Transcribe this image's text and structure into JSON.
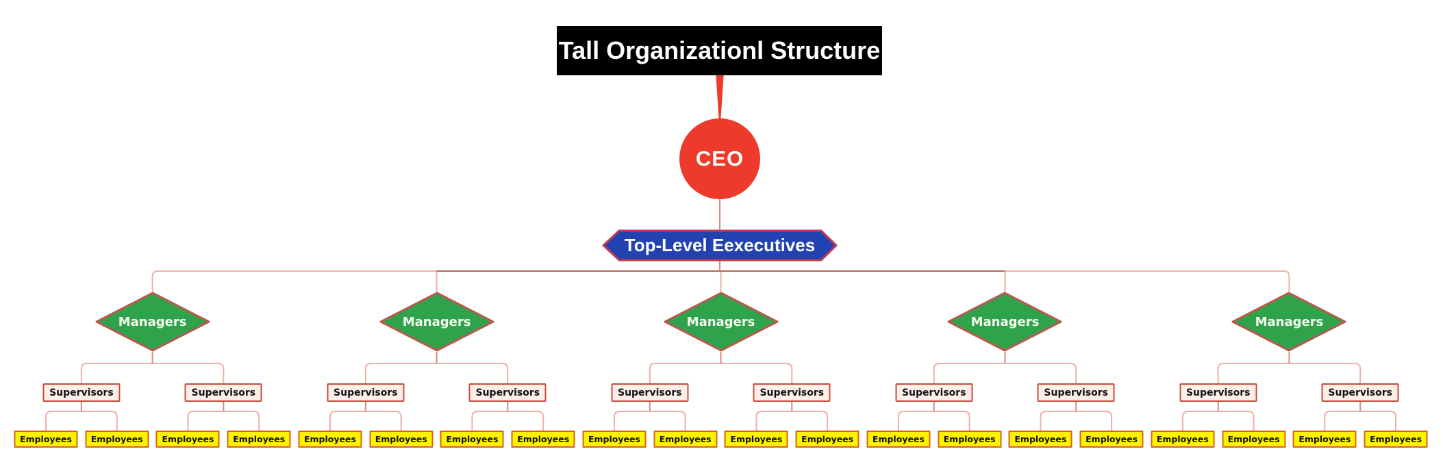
{
  "diagram": {
    "title": "Tall Organizationl Structure",
    "ceo_label": "CEO",
    "executives_label": "Top-Level Eexecutives",
    "manager_label": "Managers",
    "supervisor_label": "Supervisors",
    "employee_label": "Employees",
    "manager_count": 5,
    "supervisor_count": 10,
    "employee_count": 20
  },
  "colors": {
    "title-bg": "#000000",
    "title-text": "#ffffff",
    "ceo-fill": "#ee3a2b",
    "hex-fill": "#2342b2",
    "hex-border": "#c53a4c",
    "diamond-fill": "#2fa34b",
    "diamond-border": "#b65a4d",
    "supervisor-fill": "#fbf0e9",
    "supervisor-border": "#c94c3b",
    "employee-fill": "#fdf200",
    "employee-border": "#d9621f",
    "line-light": "#f0aea6",
    "line-mid": "#e0867c",
    "line-dark": "#bb625b"
  }
}
